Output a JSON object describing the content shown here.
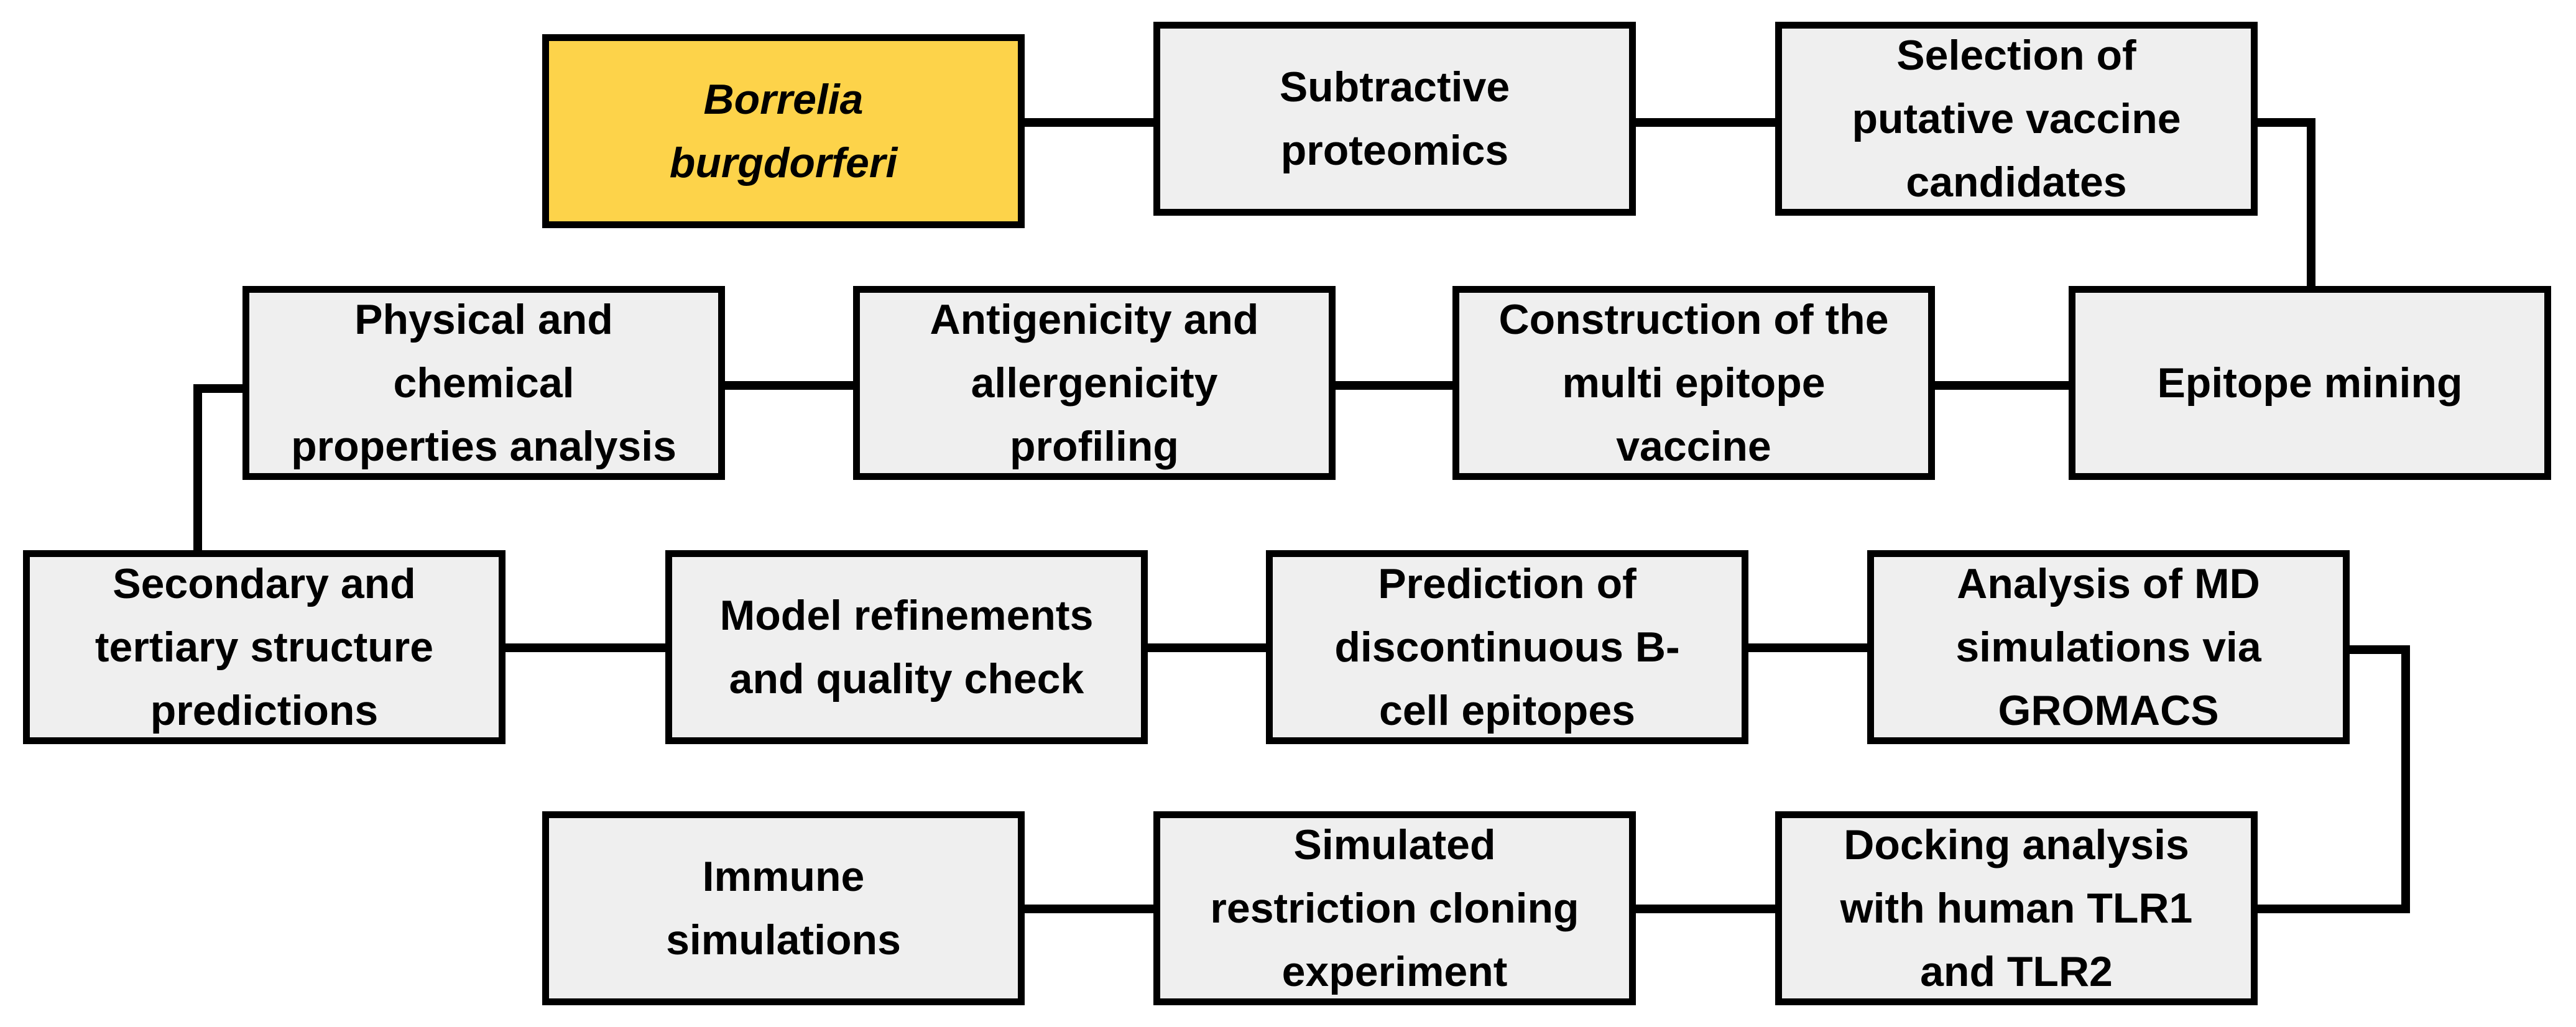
{
  "colors": {
    "box_fill": "#efefef",
    "start_fill": "#fdd34a",
    "stroke": "#000000"
  },
  "flow": [
    {
      "id": "s1",
      "label": "Borrelia\nburgdorferi"
    },
    {
      "id": "s2",
      "label": "Subtractive\nproteomics"
    },
    {
      "id": "s3",
      "label": "Selection of\nputative vaccine\ncandidates"
    },
    {
      "id": "s4",
      "label": "Epitope mining"
    },
    {
      "id": "s5",
      "label": "Construction of the\nmulti epitope\nvaccine"
    },
    {
      "id": "s6",
      "label": "Antigenicity and\nallergenicity\nprofiling"
    },
    {
      "id": "s7",
      "label": "Physical and\nchemical\nproperties analysis"
    },
    {
      "id": "s8",
      "label": "Secondary and\ntertiary structure\npredictions"
    },
    {
      "id": "s9",
      "label": "Model refinements\nand quality check"
    },
    {
      "id": "s10",
      "label": "Prediction of\ndiscontinuous B-\ncell epitopes"
    },
    {
      "id": "s11",
      "label": "Analysis of MD\nsimulations via\nGROMACS"
    },
    {
      "id": "s12",
      "label": "Docking analysis\nwith human TLR1\nand TLR2"
    },
    {
      "id": "s13",
      "label": "Simulated\nrestriction cloning\nexperiment"
    },
    {
      "id": "s14",
      "label": "Immune\nsimulations"
    }
  ]
}
